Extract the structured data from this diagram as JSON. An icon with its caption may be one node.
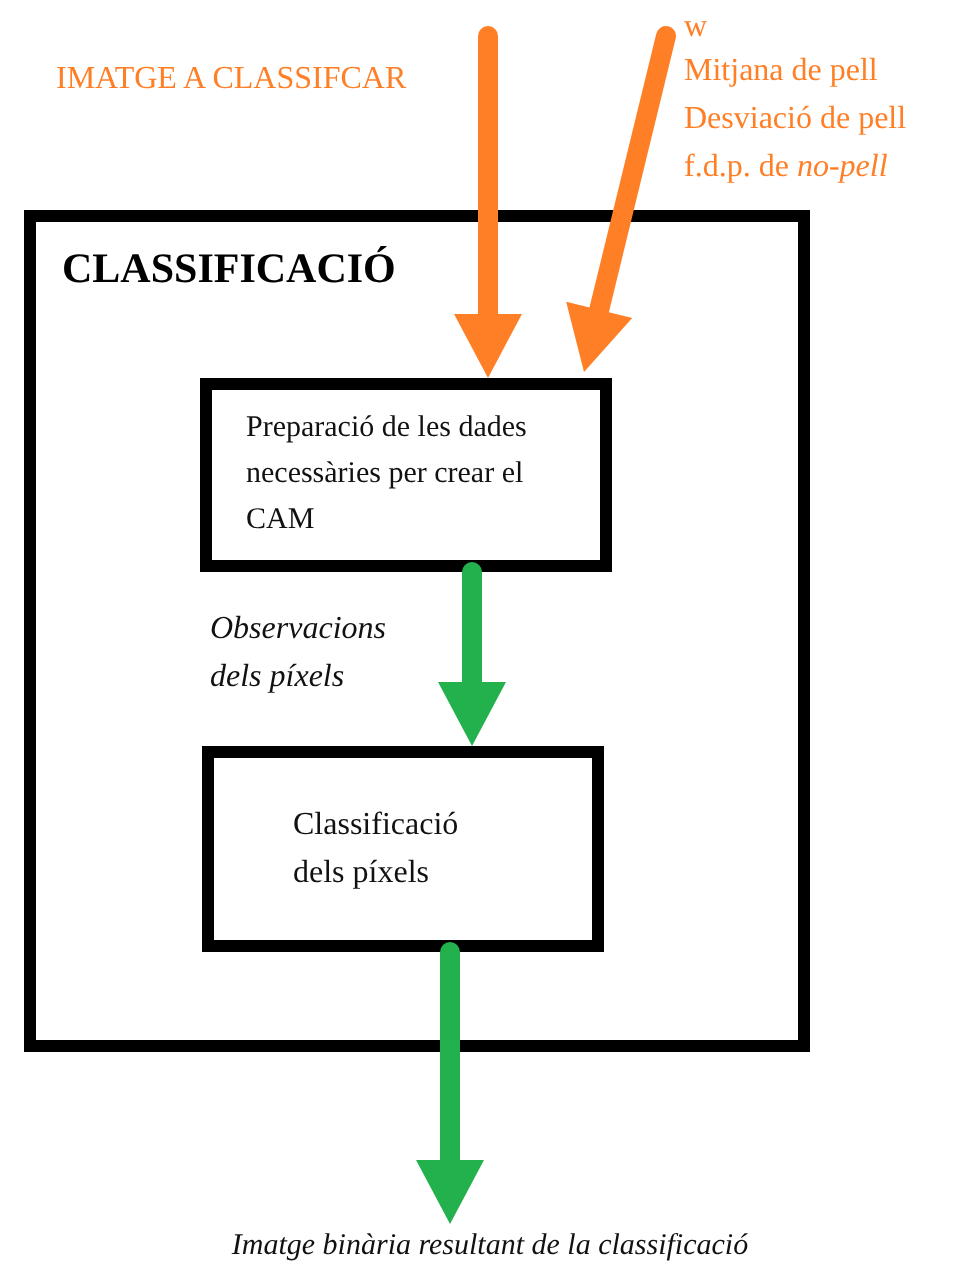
{
  "diagram": {
    "nodes": [
      {
        "text": [
          "CLASSIFICACIÓ"
        ]
      },
      {
        "text": [
          "Preparació de les dades necessàries per crear el CAM"
        ],
        "in": 0
      },
      {
        "text": [
          "Classificació dels píxels"
        ],
        "in": 0
      },
      {
        "text": [
          "Imatge binària resultant de la classificació"
        ]
      }
    ],
    "edges": [
      {
        "from": null,
        "to": 1,
        "arrow": "to",
        "color": "#ff7f27"
      },
      {
        "from": null,
        "to": 1,
        "arrow": "to",
        "color": "#ff7f27"
      },
      {
        "from": 1,
        "to": 2,
        "arrow": "to",
        "color": "#22b14c",
        "label": "Observacions dels píxels"
      },
      {
        "from": 2,
        "to": 3,
        "arrow": "to",
        "color": "#22b14c"
      }
    ],
    "labels": [
      "IMATGE A CLASSIFCAR",
      "w",
      "Mitjana de pell",
      "Desviació de pell",
      "f.d.p. de *no-pell*"
    ]
  }
}
